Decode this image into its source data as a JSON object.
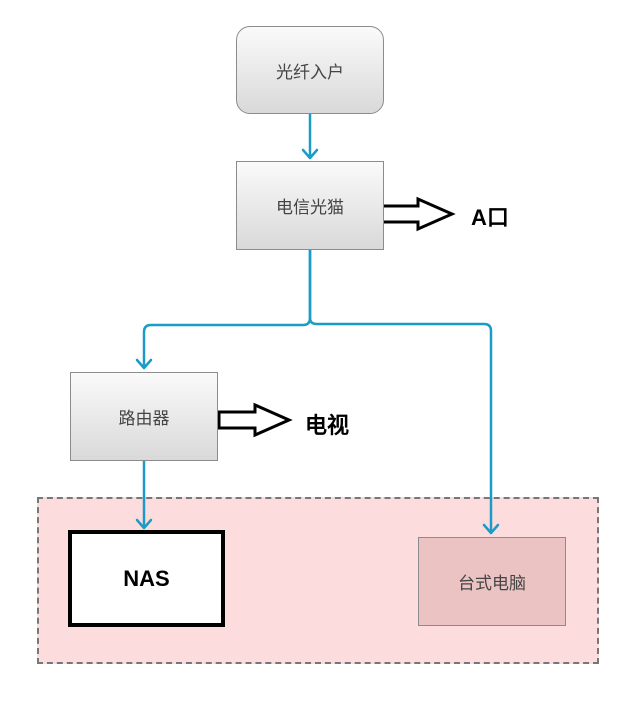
{
  "nodes": {
    "fiber_in": "光纤入户",
    "modem": "电信光猫",
    "router": "路由器",
    "nas": "NAS",
    "pc": "台式电脑"
  },
  "outputs": {
    "modem_port": "A口",
    "router_tv": "电视"
  },
  "colors": {
    "connector": "#1a9bc8",
    "zone_fill": "#fddcdd",
    "pc_fill": "#ebc3c3"
  }
}
